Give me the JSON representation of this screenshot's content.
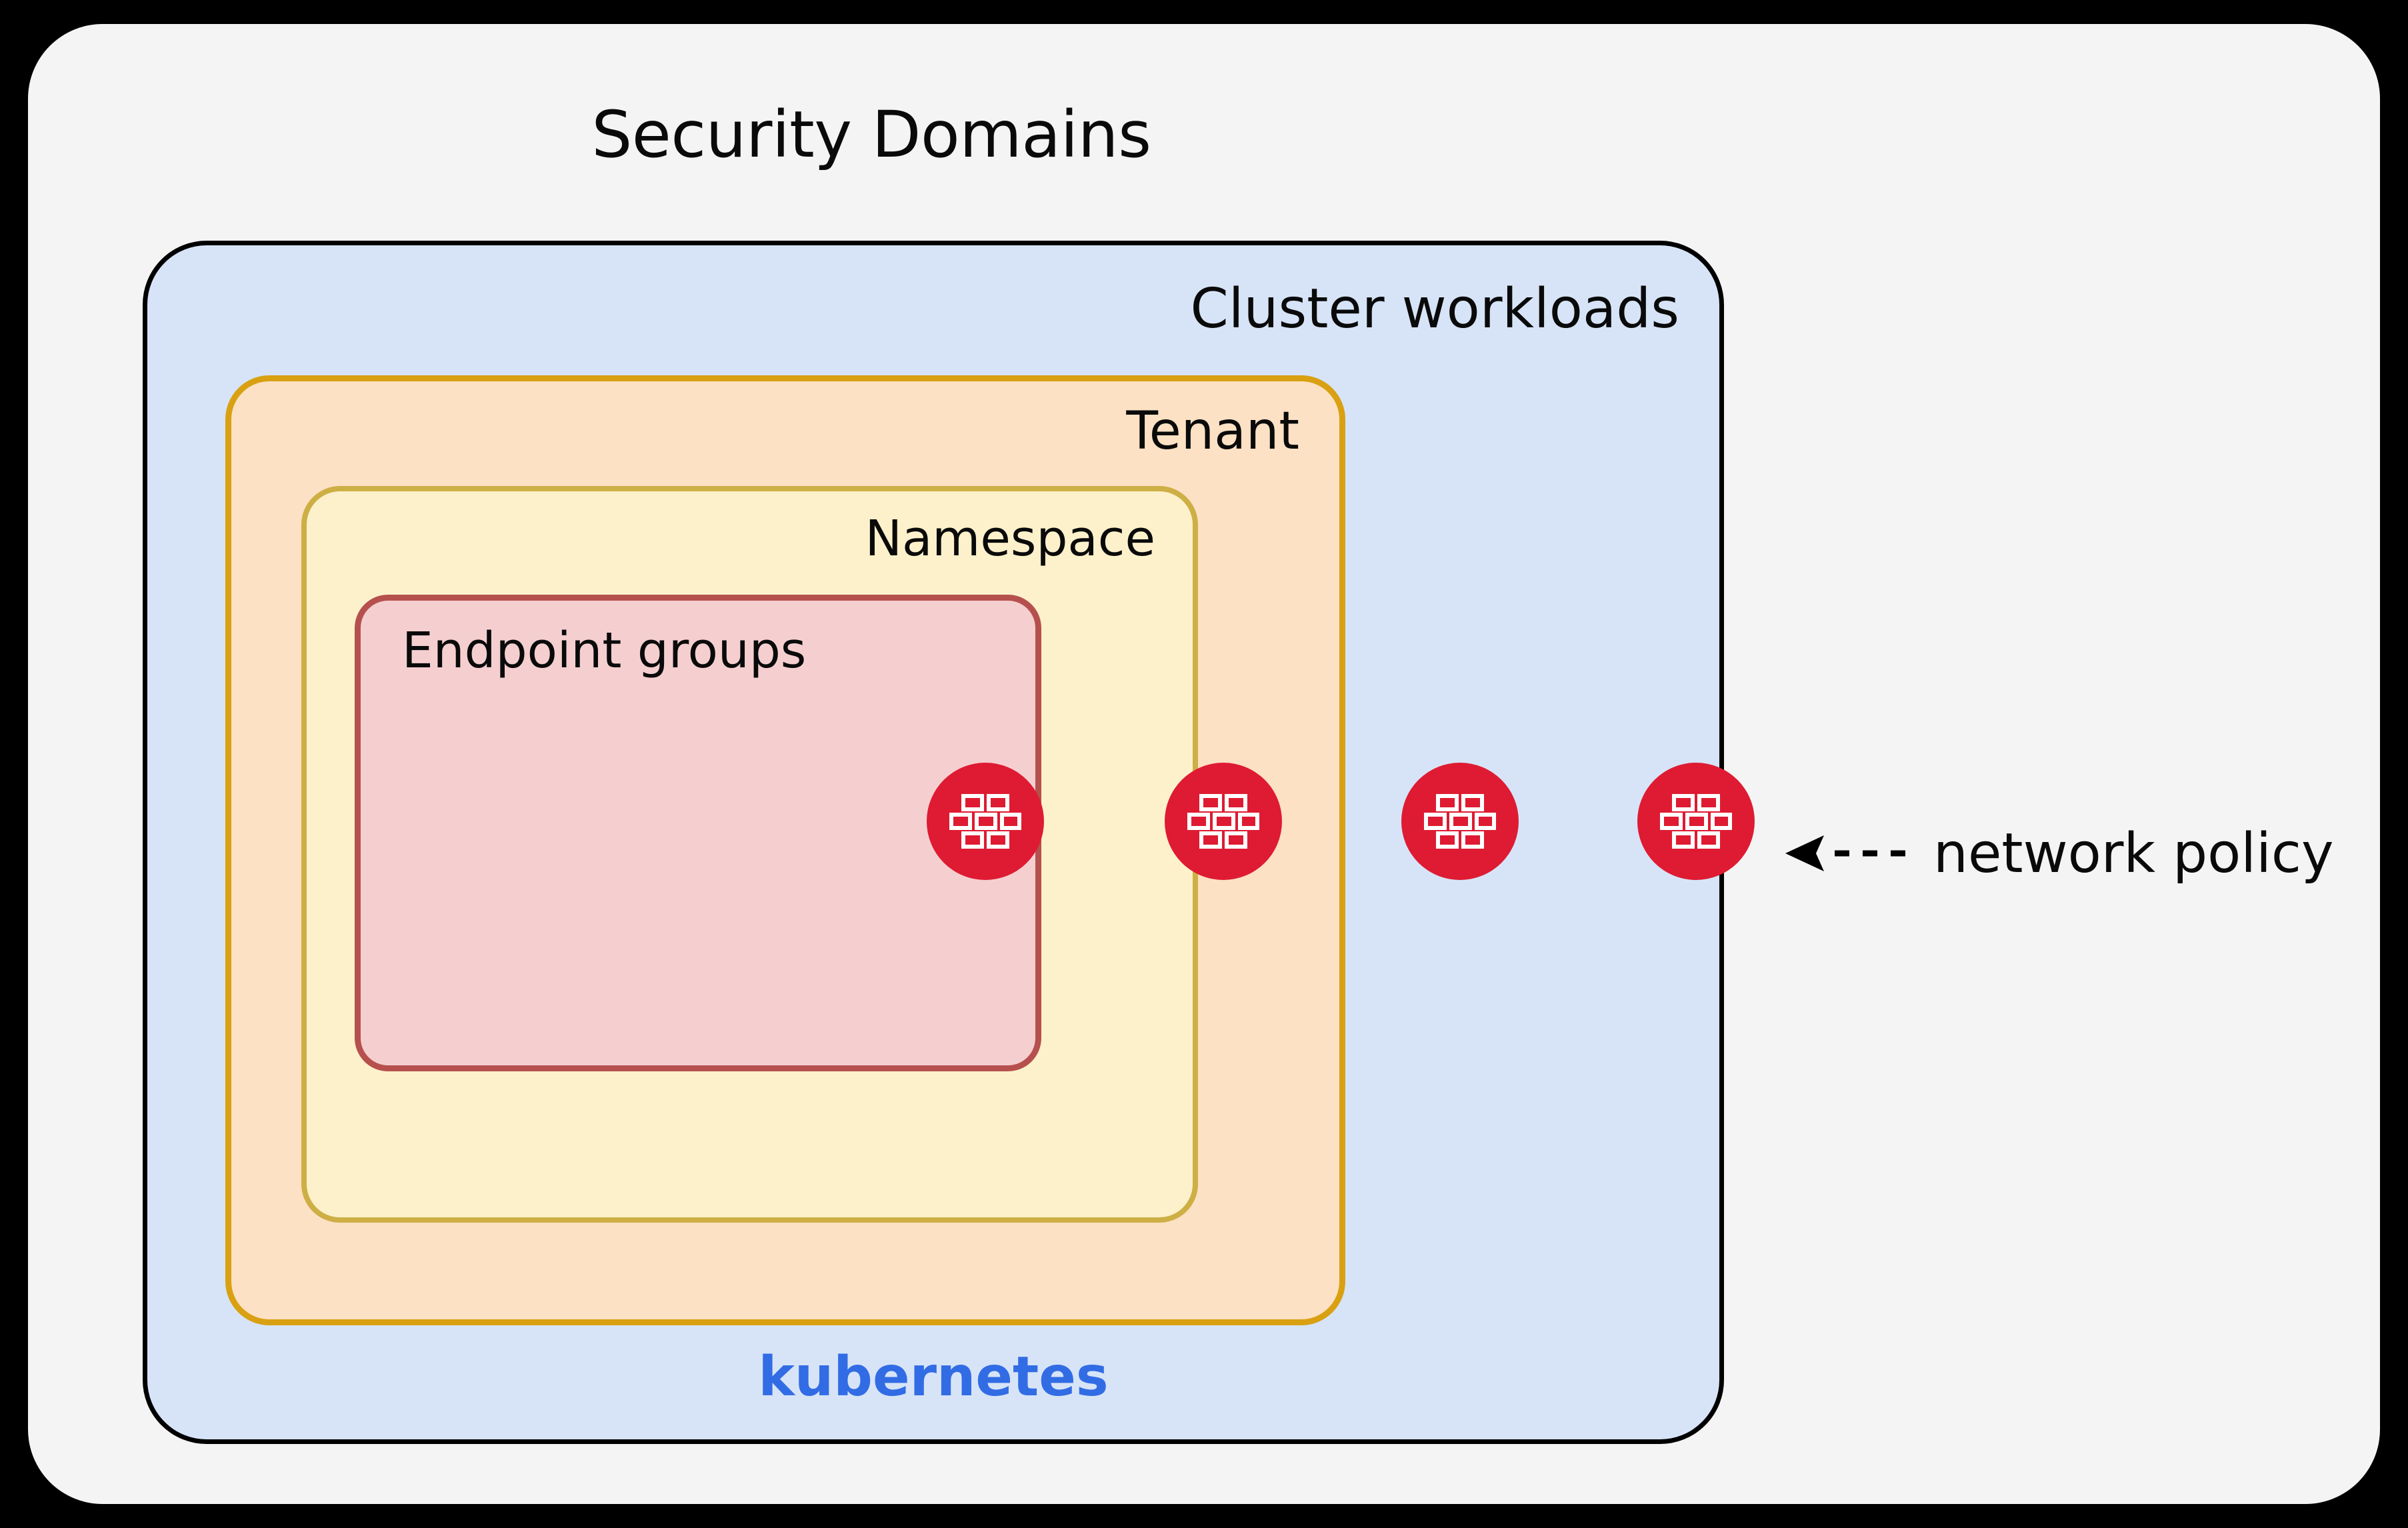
{
  "diagram": {
    "title": "Security Domains",
    "background_color": "#000000",
    "panel_color": "#F4F4F4",
    "layers": [
      {
        "id": "cluster",
        "label": "Cluster workloads",
        "brand_label": "kubernetes",
        "fill": "#D7E4F7",
        "stroke": "#000000",
        "brand_color": "#326CE5"
      },
      {
        "id": "tenant",
        "label": "Tenant",
        "fill": "#FCE1C4",
        "stroke": "#D9A012"
      },
      {
        "id": "namespace",
        "label": "Namespace",
        "fill": "#FDF1CB",
        "stroke": "#CDAF45"
      },
      {
        "id": "endpoint-groups",
        "label": "Endpoint groups",
        "fill": "#F5CFD0",
        "stroke": "#B5504E"
      }
    ],
    "firewall_badges": [
      {
        "icon": "firewall-brick-icon",
        "on_boundary": "endpoint-groups",
        "color": "#DE1B32"
      },
      {
        "icon": "firewall-brick-icon",
        "on_boundary": "namespace",
        "color": "#DE1B32"
      },
      {
        "icon": "firewall-brick-icon",
        "on_boundary": "tenant",
        "color": "#DE1B32"
      },
      {
        "icon": "firewall-brick-icon",
        "on_boundary": "cluster",
        "color": "#DE1B32"
      }
    ],
    "annotation": {
      "label": "network policy",
      "arrow": "dashed-left-arrow-icon",
      "color": "#0a0a0a"
    }
  }
}
